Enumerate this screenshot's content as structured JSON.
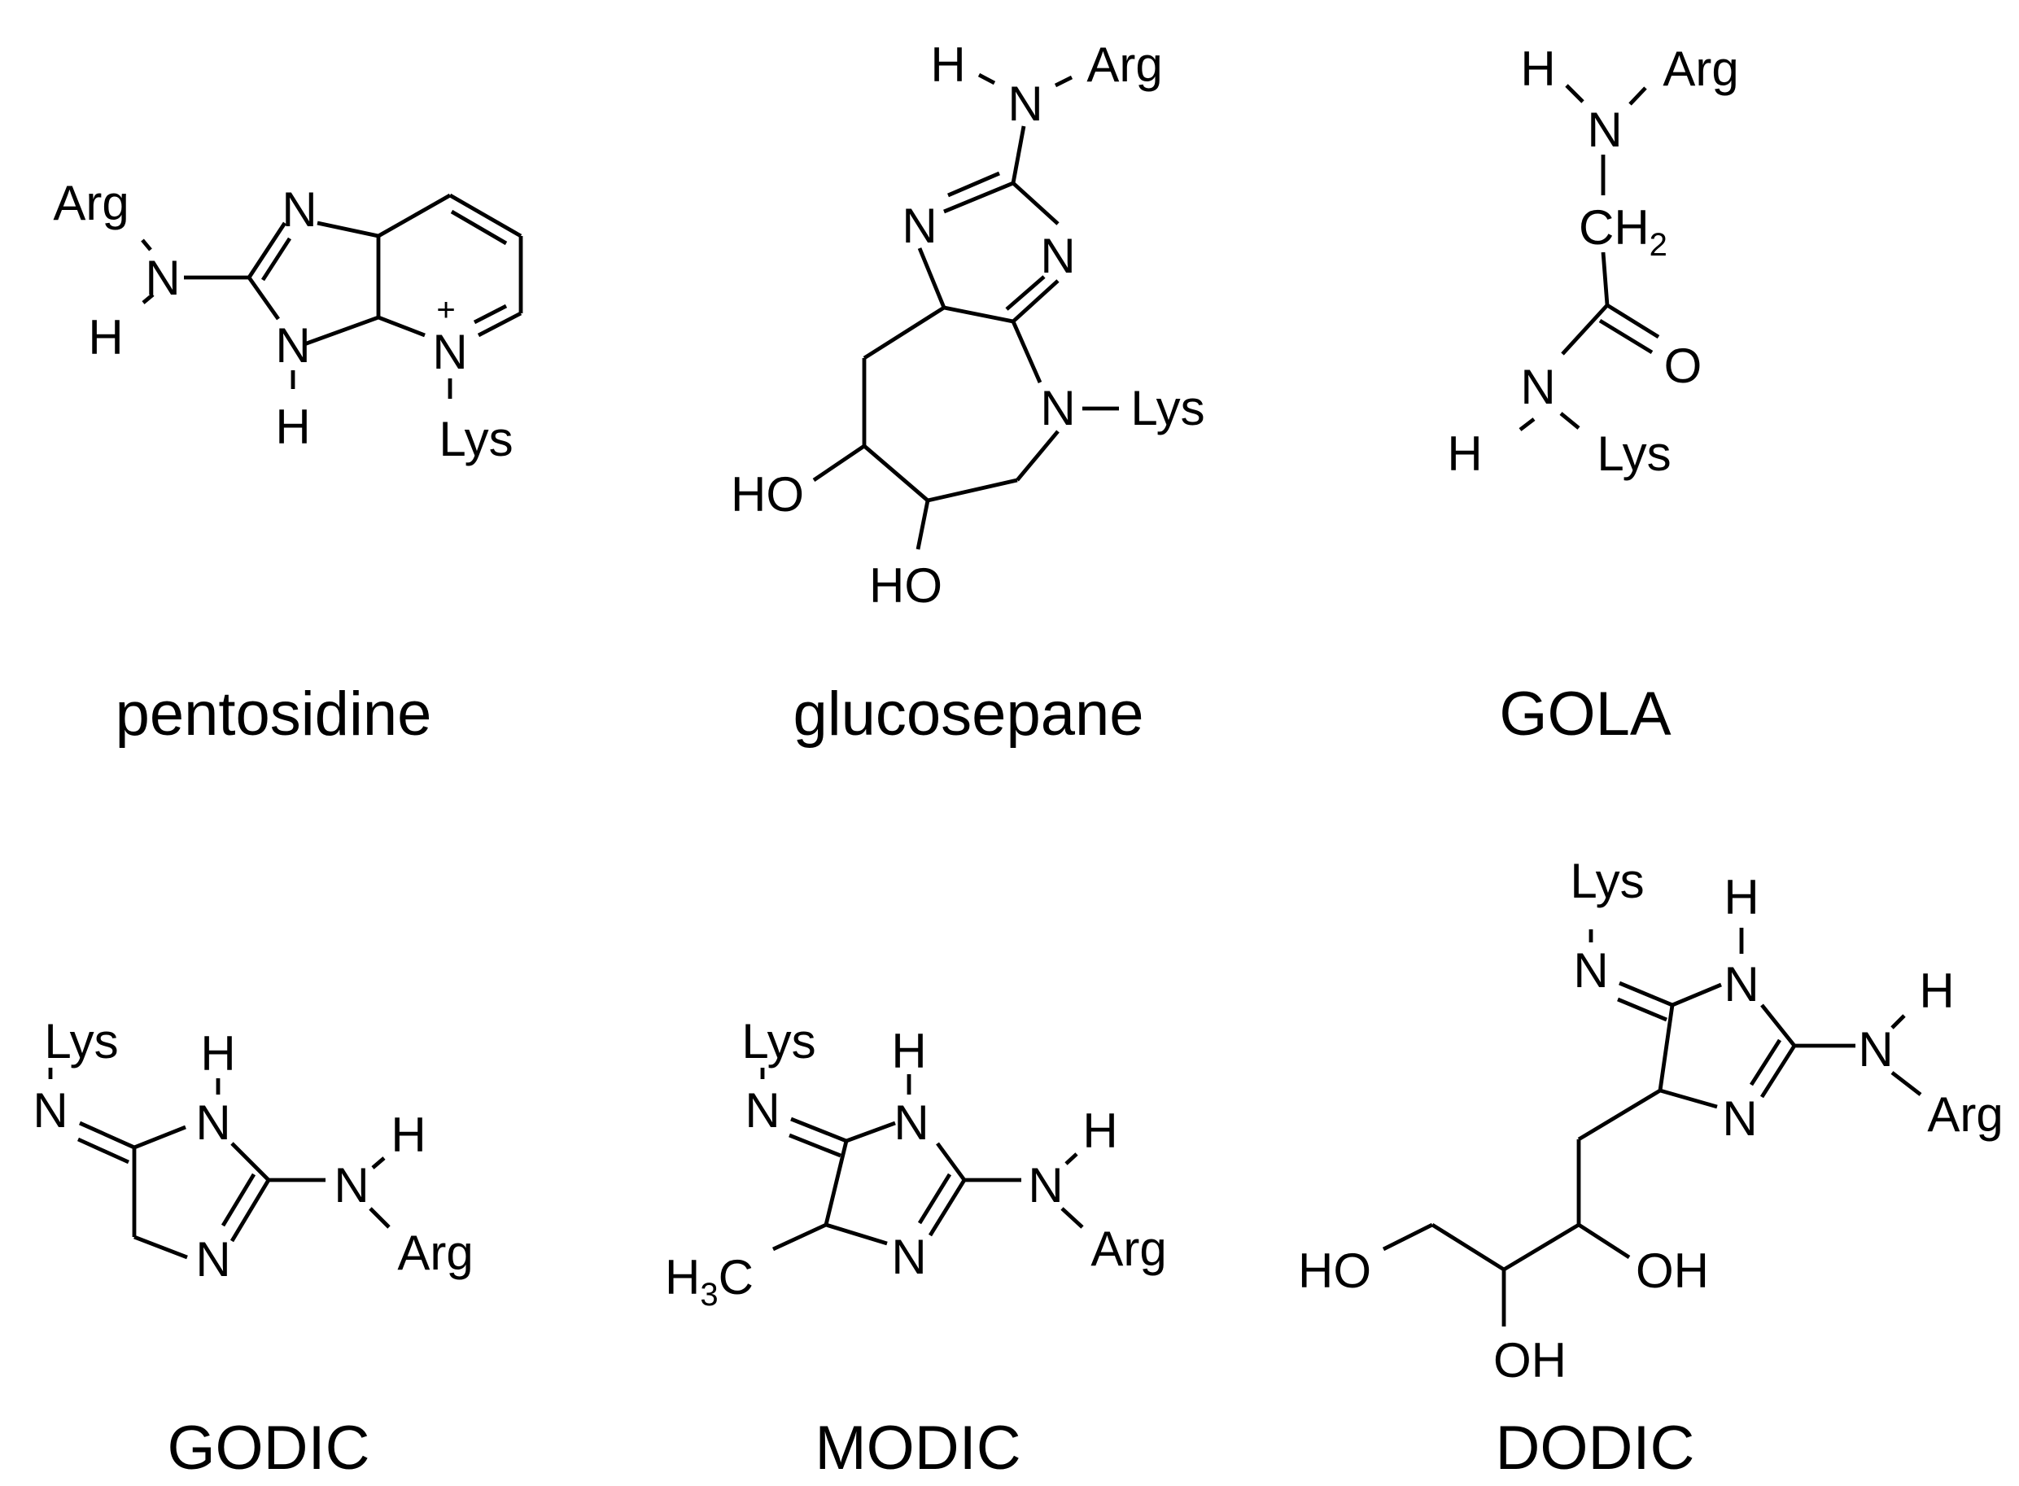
{
  "figure": {
    "colors": {
      "ink": "#000000",
      "background": "#ffffff"
    },
    "molecules": [
      {
        "id": "pentosidine",
        "name": "pentosidine",
        "labels": {
          "arg": "Arg",
          "n_arg": "N",
          "h_arg": "H",
          "n_ring_top": "N",
          "n_ring_nh": "N",
          "h_nh": "H",
          "n_plus": "N",
          "charge": "+",
          "lys": "Lys"
        }
      },
      {
        "id": "glucosepane",
        "name": "glucosepane",
        "labels": {
          "h_top": "H",
          "n_top": "N",
          "arg": "Arg",
          "n_left": "N",
          "n_right": "N",
          "n_lys": "N",
          "lys": "Lys",
          "ho_1": "HO",
          "ho_2": "HO"
        }
      },
      {
        "id": "gola",
        "name": "GOLA",
        "labels": {
          "h_top": "H",
          "n_top": "N",
          "arg": "Arg",
          "ch": "CH",
          "ch_sub": "2",
          "o": "O",
          "n_bottom": "N",
          "h_bottom": "H",
          "lys": "Lys"
        }
      },
      {
        "id": "godic",
        "name": "GODIC",
        "labels": {
          "lys": "Lys",
          "n_imine": "N",
          "h_nh": "H",
          "n_nh": "N",
          "n_ring": "N",
          "n_arg": "N",
          "h_arg": "H",
          "arg": "Arg"
        }
      },
      {
        "id": "modic",
        "name": "MODIC",
        "labels": {
          "lys": "Lys",
          "n_imine": "N",
          "h_nh": "H",
          "n_nh": "N",
          "n_ring": "N",
          "n_arg": "N",
          "h_arg": "H",
          "arg": "Arg",
          "h3c_h": "H",
          "h3c_sub": "3",
          "h3c_c": "C"
        }
      },
      {
        "id": "dodic",
        "name": "DODIC",
        "labels": {
          "lys": "Lys",
          "n_imine": "N",
          "h_nh": "H",
          "n_nh": "N",
          "n_ring": "N",
          "n_arg": "N",
          "h_arg": "H",
          "arg": "Arg",
          "ho": "HO",
          "oh_1": "OH",
          "oh_2": "OH"
        }
      }
    ]
  }
}
